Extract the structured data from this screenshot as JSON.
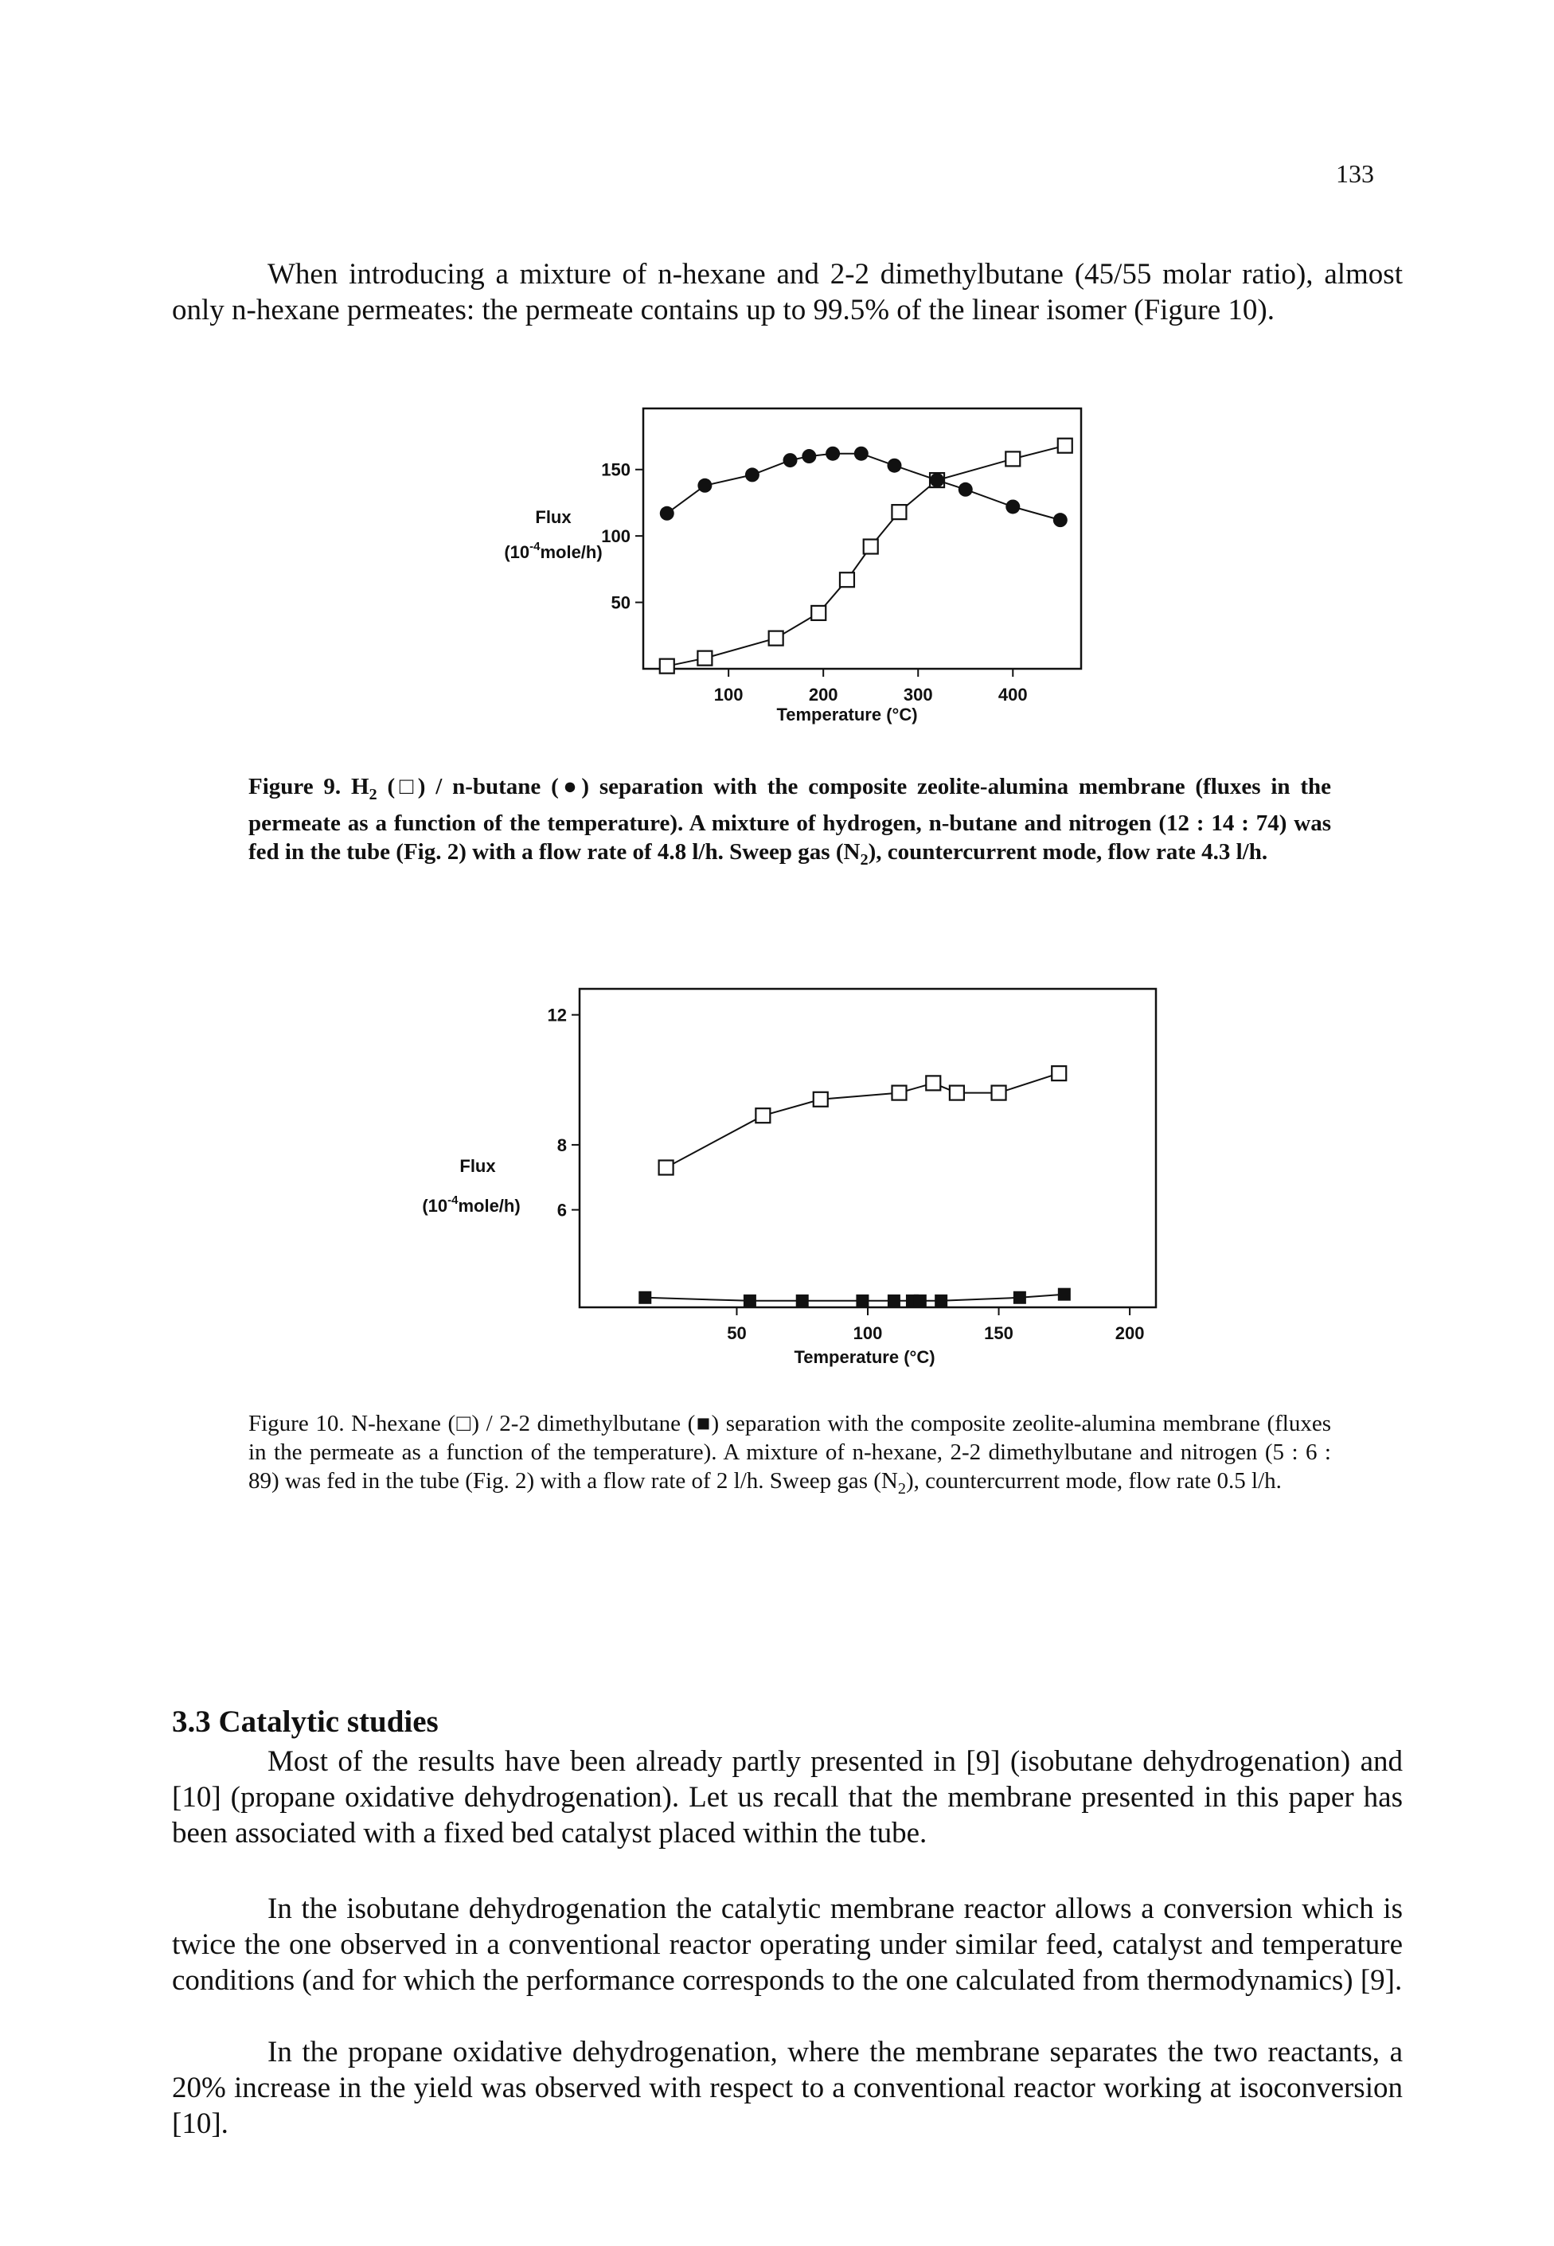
{
  "page": {
    "number": "133",
    "intro": "When introducing a mixture of n-hexane and 2-2 dimethylbutane (45/55 molar ratio), almost only n-hexane permeates: the permeate contains up to 99.5% of the linear isomer (Figure 10).",
    "fig9_caption": {
      "text_a": "Figure 9. H",
      "sub_a": "2",
      "text_b": " (□) / n-butane (●) separation with the composite zeolite-alumina membrane (fluxes in the permeate as a function of the temperature). A mixture of hydrogen, n-butane and nitrogen (12 : 14 : 74) was fed in the tube (Fig. 2) with a flow rate of 4.8 l/h. Sweep gas (N",
      "sub_b": "2",
      "text_c": "), countercurrent mode, flow rate 4.3 l/h."
    },
    "fig10_caption": {
      "text_a": "Figure 10. N-hexane (□) / 2-2 dimethylbutane (■) separation with the composite zeolite-alumina membrane (fluxes in the permeate as a function of the temperature). A mixture of n-hexane, 2-2 dimethylbutane and nitrogen (5 : 6 : 89) was fed in the tube (Fig. 2) with a flow rate of 2 l/h. Sweep gas (N",
      "sub_a": "2",
      "text_b": "), countercurrent mode, flow rate 0.5 l/h."
    },
    "section_heading": "3.3 Catalytic studies",
    "paragraphs": [
      "Most of the results have been already partly presented in [9] (isobutane dehydrogenation) and [10] (propane oxidative dehydrogenation). Let us recall that the membrane presented in this paper has been associated with a fixed bed catalyst placed within the tube.",
      "In the isobutane dehydrogenation the catalytic membrane reactor allows a conversion which is twice the one observed in a conventional reactor operating under similar feed, catalyst and temperature conditions (and for which the performance corresponds to the one calculated from thermodynamics) [9].",
      "In the propane oxidative dehydrogenation, where the membrane separates the two reactants, a 20% increase in the yield was observed with respect to a conventional reactor working at isoconversion [10]."
    ]
  },
  "chart_data": [
    {
      "type": "line",
      "xlabel": "Temperature (°C)",
      "ylabel_line1": "Flux",
      "ylabel_line2": "(10",
      "ylabel_exp": "-4",
      "ylabel_line3": "mole/h)",
      "x_ticks": [
        "100",
        "200",
        "300",
        "400"
      ],
      "y_ticks": [
        "50",
        "100",
        "150"
      ],
      "xlim": [
        10,
        472
      ],
      "ylim": [
        0,
        196
      ],
      "series": [
        {
          "marker": "open-square",
          "x": [
            35,
            75,
            150,
            195,
            225,
            250,
            280,
            320,
            400,
            455
          ],
          "y": [
            2,
            8,
            23,
            42,
            67,
            92,
            118,
            142,
            158,
            168
          ]
        },
        {
          "marker": "filled-circle",
          "x": [
            35,
            75,
            125,
            165,
            185,
            210,
            240,
            275,
            320,
            350,
            400,
            450
          ],
          "y": [
            117,
            138,
            146,
            157,
            160,
            162,
            162,
            153,
            142,
            135,
            122,
            112
          ]
        }
      ]
    },
    {
      "type": "line",
      "xlabel": "Temperature (°C)",
      "ylabel_line1": "Flux",
      "ylabel_line2": "(10",
      "ylabel_exp": "-4",
      "ylabel_line3": "mole/h)",
      "x_ticks": [
        "50",
        "100",
        "150",
        "200"
      ],
      "y_ticks": [
        "6",
        "8",
        "12"
      ],
      "xlim": [
        -10,
        210
      ],
      "ylim": [
        3.0,
        12.8
      ],
      "series": [
        {
          "marker": "open-square",
          "x": [
            23,
            60,
            82,
            112,
            125,
            134,
            150,
            173
          ],
          "y": [
            7.3,
            8.9,
            9.4,
            9.6,
            9.9,
            9.6,
            9.6,
            10.2
          ]
        },
        {
          "marker": "filled-square",
          "x": [
            15,
            55,
            75,
            98,
            110,
            117,
            120,
            128,
            158,
            175
          ],
          "y": [
            3.3,
            3.2,
            3.2,
            3.2,
            3.2,
            3.2,
            3.2,
            3.2,
            3.3,
            3.4
          ]
        }
      ]
    }
  ]
}
